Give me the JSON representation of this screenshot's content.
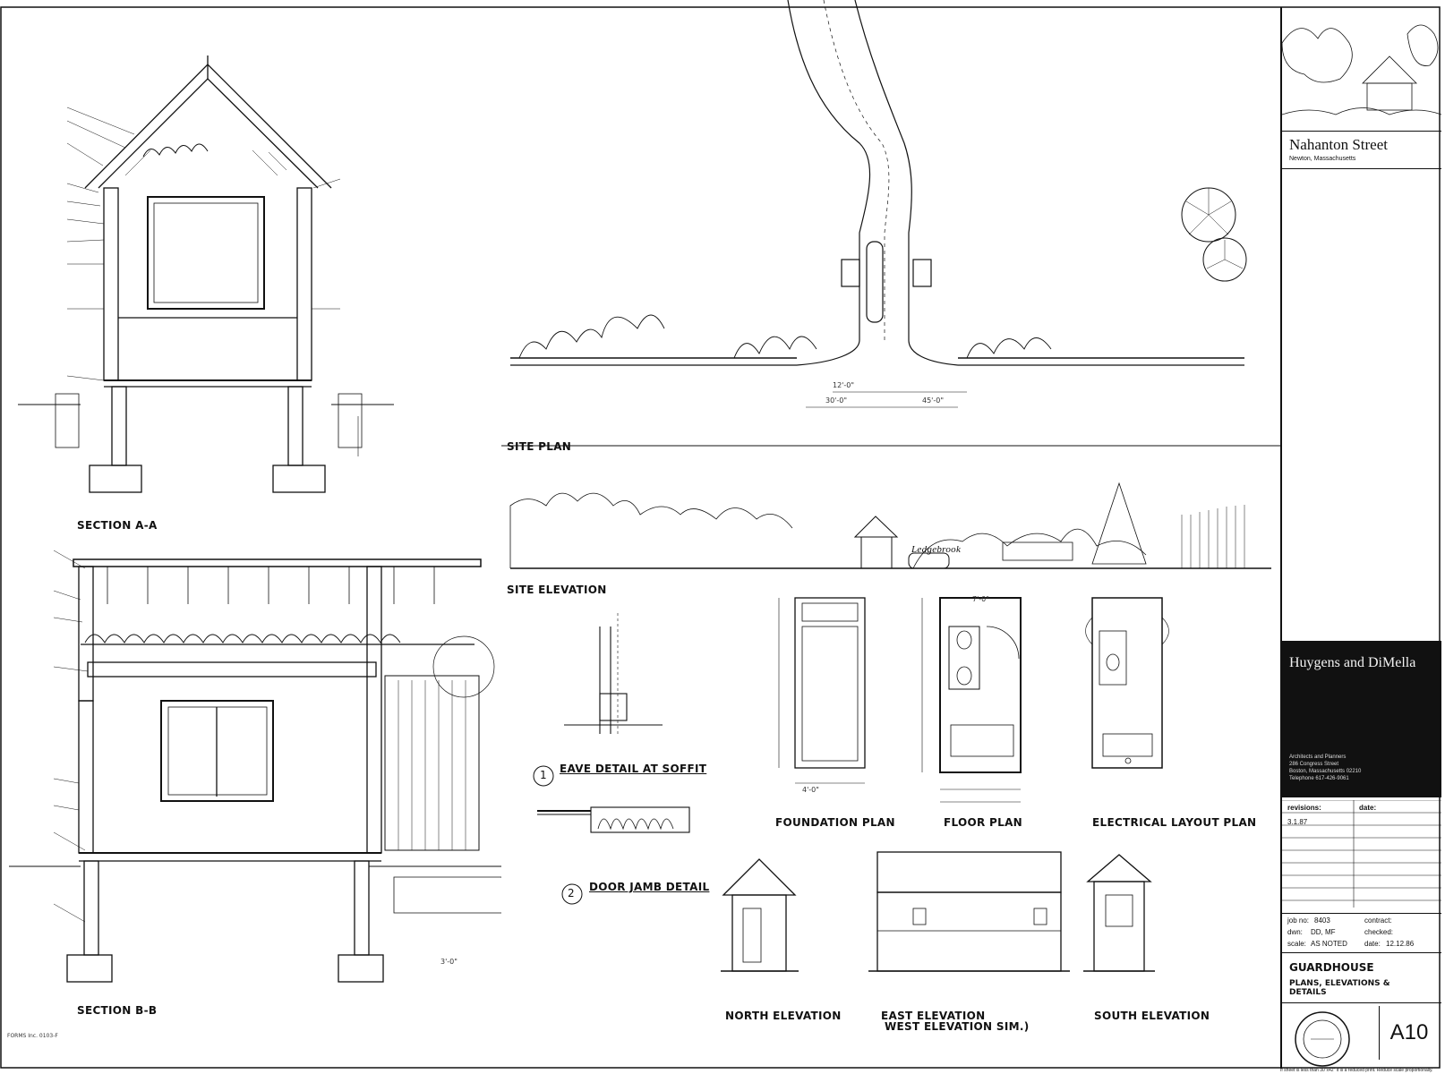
{
  "sheet": {
    "titles": {
      "section_a": "SECTION A-A",
      "section_b": "SECTION B-B",
      "site_plan": "SITE PLAN",
      "site_elevation": "SITE ELEVATION",
      "eave_detail": "EAVE DETAIL AT SOFFIT",
      "eave_detail_num": "1",
      "door_jamb": "DOOR JAMB DETAIL",
      "door_jamb_num": "2",
      "foundation_plan": "FOUNDATION PLAN",
      "floor_plan": "FLOOR PLAN",
      "electrical_plan": "ELECTRICAL LAYOUT PLAN",
      "north_elevation": "NORTH ELEVATION",
      "east_elevation": "EAST ELEVATION",
      "west_elevation_note": "WEST ELEVATION SIM.)",
      "south_elevation": "SOUTH ELEVATION",
      "site_sign": "Ledgebrook"
    },
    "dimensions": {
      "dim_45": "45'-0\"",
      "dim_30": "30'-0\"",
      "dim_12": "12'-0\"",
      "dim_7": "7'-0\"",
      "dim_4": "4'-0\"",
      "dim_3": "3'-0\""
    },
    "footer_note": "FORMS Inc. 0103-F"
  },
  "title_block": {
    "project_name": "Nahanton Street",
    "project_city": "Newton, Massachusetts",
    "firm_name": "Huygens and DiMella",
    "firm_address": "Architects and Planners\n286 Congress Street\nBoston, Massachusetts 02210\nTelephone 617-426-9061",
    "revisions_label": "revisions:",
    "date_label": "date:",
    "revision_1": "3.1.87",
    "job_no_label": "job no:",
    "job_no_value": "8403",
    "contract_label": "contract:",
    "drawn_label": "dwn:",
    "drawn_value": "DD, MF",
    "checked_label": "checked:",
    "scale_label": "scale:",
    "scale_value": "AS NOTED",
    "date2_label": "date:",
    "date2_value": "12.12.86",
    "sheet_title": "GUARDHOUSE",
    "sheet_subtitle": "PLANS, ELEVATIONS & DETAILS",
    "sheet_number": "A10",
    "bottom_note": "If sheet is less than 30\"x42\" it is a reduced print.   Reduce scale proportionally."
  }
}
